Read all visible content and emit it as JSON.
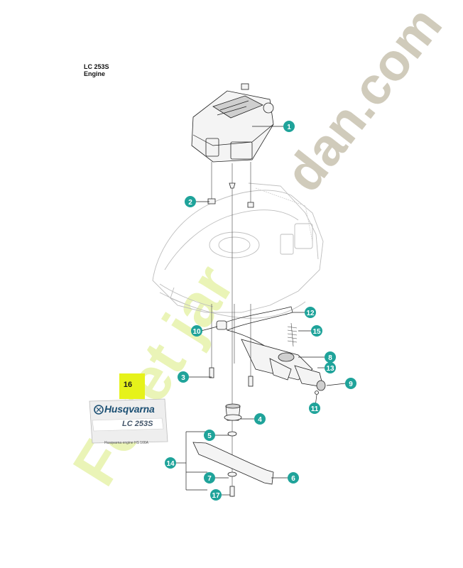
{
  "header": {
    "title": "LC 253S",
    "subtitle": "Engine"
  },
  "decal": {
    "number": "16",
    "brand": "Husqvarna",
    "model": "LC 253S",
    "engine_text": "Husqvarna engine HS 166A"
  },
  "callouts": [
    {
      "id": "1",
      "label": "1"
    },
    {
      "id": "2",
      "label": "2"
    },
    {
      "id": "3",
      "label": "3"
    },
    {
      "id": "4",
      "label": "4"
    },
    {
      "id": "5",
      "label": "5"
    },
    {
      "id": "6",
      "label": "6"
    },
    {
      "id": "7",
      "label": "7"
    },
    {
      "id": "8",
      "label": "8"
    },
    {
      "id": "9",
      "label": "9"
    },
    {
      "id": "10",
      "label": "10"
    },
    {
      "id": "11",
      "label": "11"
    },
    {
      "id": "12",
      "label": "12"
    },
    {
      "id": "13",
      "label": "13"
    },
    {
      "id": "14",
      "label": "14"
    },
    {
      "id": "15",
      "label": "15"
    },
    {
      "id": "17",
      "label": "17"
    }
  ],
  "watermark": {
    "gray_text": "dan.com",
    "green_text": "Foret jar",
    "gray_color": "#c8c2b0",
    "green_color": "#e8f3b0"
  },
  "colors": {
    "callout": "#1fa39a",
    "highlight": "#e6f21a",
    "brand_blue": "#1b4f73"
  }
}
